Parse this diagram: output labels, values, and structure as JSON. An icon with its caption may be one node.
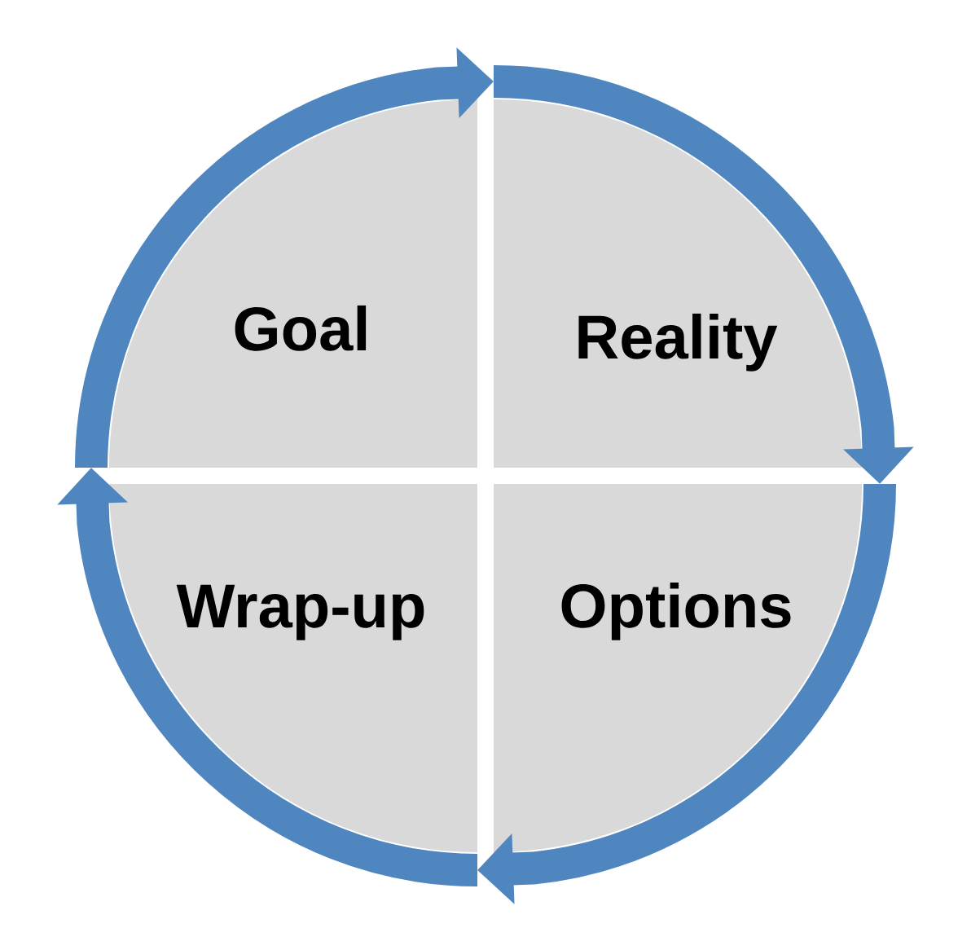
{
  "diagram": {
    "nodes": [
      {
        "text": [
          "Goal"
        ]
      },
      {
        "text": [
          "Reality"
        ]
      },
      {
        "text": [
          "Options"
        ]
      },
      {
        "text": [
          "Wrap-up"
        ]
      }
    ],
    "edges": [
      {
        "from": 0,
        "to": 1,
        "arrow": "to"
      },
      {
        "from": 1,
        "to": 2,
        "arrow": "to"
      },
      {
        "from": 2,
        "to": 3,
        "arrow": "to"
      },
      {
        "from": 3,
        "to": 0,
        "arrow": "to"
      }
    ]
  }
}
